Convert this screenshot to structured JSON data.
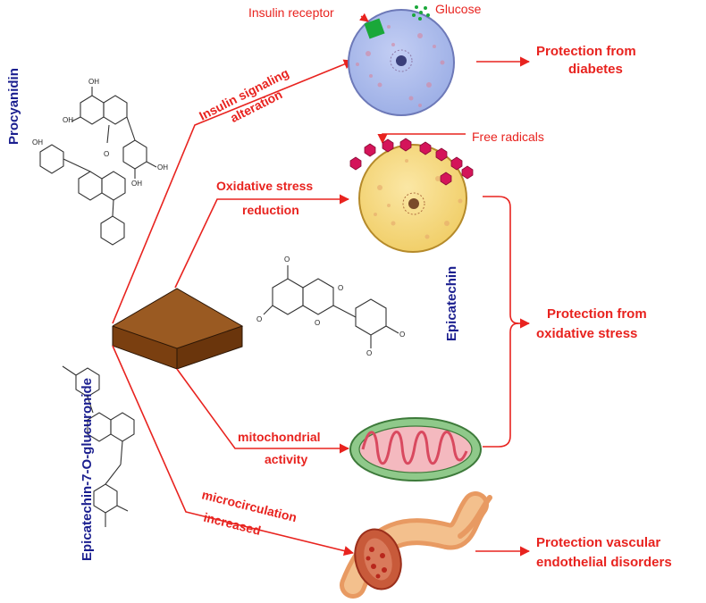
{
  "colors": {
    "arrow_red": "#e8231f",
    "compound_blue": "#1b1f8f",
    "cocoa_block": "#8b4513",
    "cell_blue": "#a9b8ea",
    "cell_yellow": "#f6db86",
    "receptor_green": "#1aa83a",
    "radical_pink": "#d4145a"
  },
  "compounds": {
    "procyanidin": "Procyanidin",
    "epicatechin": "Epicatechin",
    "glucuronide": "Epicatechin-7-O-glucuronide"
  },
  "cell_labels": {
    "insulin_receptor": "Insulin receptor",
    "glucose": "Glucose",
    "free_radicals": "Free radicals"
  },
  "mechanisms": {
    "insulin": [
      "Insulin signaling",
      "alteration"
    ],
    "oxidative": [
      "Oxidative stress",
      "reduction"
    ],
    "mito": [
      "mitochondrial",
      "activity"
    ],
    "micro": [
      "microcirculation",
      "increased"
    ]
  },
  "outcomes": {
    "diabetes": [
      "Protection from",
      "diabetes"
    ],
    "oxidative": [
      "Protection from",
      "oxidative stress"
    ],
    "vascular": [
      "Protection vascular",
      "endothelial disorders"
    ]
  },
  "atoms": {
    "o": "O",
    "oh": "OH",
    "hydroxyl_o": "O"
  },
  "icons": [
    "cocoa-block-icon",
    "blue-cell-icon",
    "yellow-cell-icon",
    "mitochondrion-icon",
    "blood-vessel-icon",
    "insulin-receptor-icon",
    "glucose-dots-icon",
    "free-radical-icon"
  ]
}
